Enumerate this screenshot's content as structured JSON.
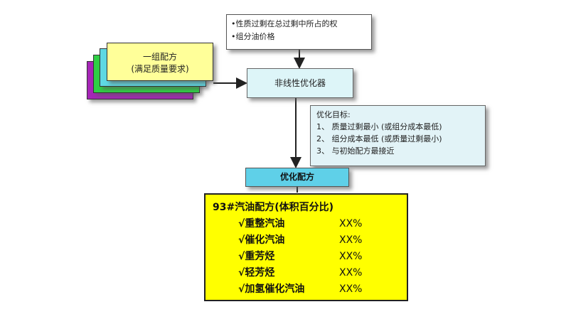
{
  "input_box": {
    "lines": [
      "•性质过剩在总过剩中所占的权",
      "•组分油价格"
    ]
  },
  "formula_cards": {
    "line1": "一组配方",
    "line2": "(满足质量要求)"
  },
  "optimizer": {
    "label": "非线性优化器"
  },
  "objectives": {
    "title": "优化目标:",
    "items": [
      "1、 质量过剩最小 (或组分成本最低)",
      "2、 组分成本最低 (或质量过剩最小)",
      "3、 与初始配方最接近"
    ]
  },
  "result": {
    "label": "优化配方"
  },
  "recipe": {
    "title": "93#汽油配方(体积百分比)",
    "rows": [
      {
        "name": "√重整汽油",
        "value": "XX%"
      },
      {
        "name": "√催化汽油",
        "value": "XX%"
      },
      {
        "name": "√重芳烃",
        "value": "XX%"
      },
      {
        "name": "√轻芳烃",
        "value": "XX%"
      },
      {
        "name": "√加氢催化汽油",
        "value": "XX%"
      }
    ]
  },
  "colors": {
    "card_purple": "#a626b7",
    "card_green": "#2fcf45",
    "card_cyan": "#5fd8e3",
    "card_yellow": "#ffff99",
    "result_fill": "#5fd0e8",
    "recipe_fill": "#ffff00"
  }
}
